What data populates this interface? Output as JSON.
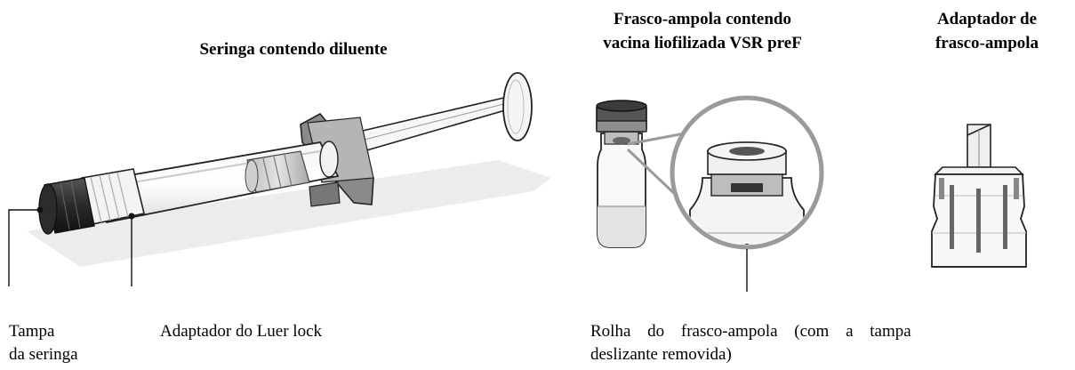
{
  "headings": {
    "syringe": "Seringa contendo diluente",
    "vial_line1": "Frasco-ampola contendo",
    "vial_line2": "vacina liofilizada VSR preF",
    "adapter_line1": "Adaptador de",
    "adapter_line2": "frasco-ampola"
  },
  "labels": {
    "syringe_cap_line1": "Tampa",
    "syringe_cap_line2": "da seringa",
    "luer_lock": "Adaptador do Luer lock",
    "stopper_line1": "Rolha do frasco-ampola (com a tampa",
    "stopper_line2": "deslizante removida)"
  },
  "colors": {
    "outline": "#1a1a1a",
    "shadow": "#e9e9e9",
    "cap_dark": "#3a3a3a",
    "gray_light": "#d6d6d6",
    "gray_mid": "#9a9a9a"
  }
}
